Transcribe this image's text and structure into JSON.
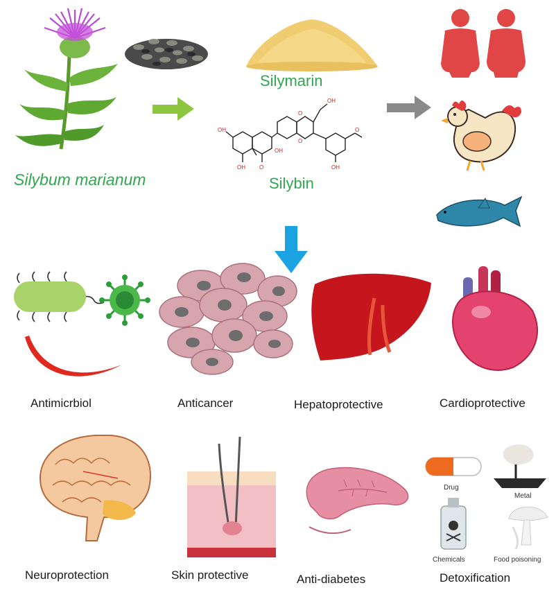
{
  "top": {
    "plant_name": "Silybum marianum",
    "compound_1": "Silymarin",
    "compound_2": "Silybin"
  },
  "structure_labels": {
    "oh": "OH",
    "o": "O"
  },
  "effects": [
    {
      "label": "Antimicrbiol"
    },
    {
      "label": "Anticancer"
    },
    {
      "label": "Hepatoprotective"
    },
    {
      "label": "Cardioprotective"
    },
    {
      "label": "Neuroprotection"
    },
    {
      "label": "Skin protective"
    },
    {
      "label": "Anti-diabetes"
    },
    {
      "label": "Detoxification"
    }
  ],
  "detox_items": {
    "drug": "Drug",
    "metal": "Metal",
    "chemicals": "Chemicals",
    "food": "Food poisoning"
  },
  "colors": {
    "green_text": "#2fa84f",
    "arrow_green": "#8cc63f",
    "arrow_grey": "#8a8a8a",
    "arrow_blue": "#1aa3e0",
    "human_red": "#e04646"
  }
}
